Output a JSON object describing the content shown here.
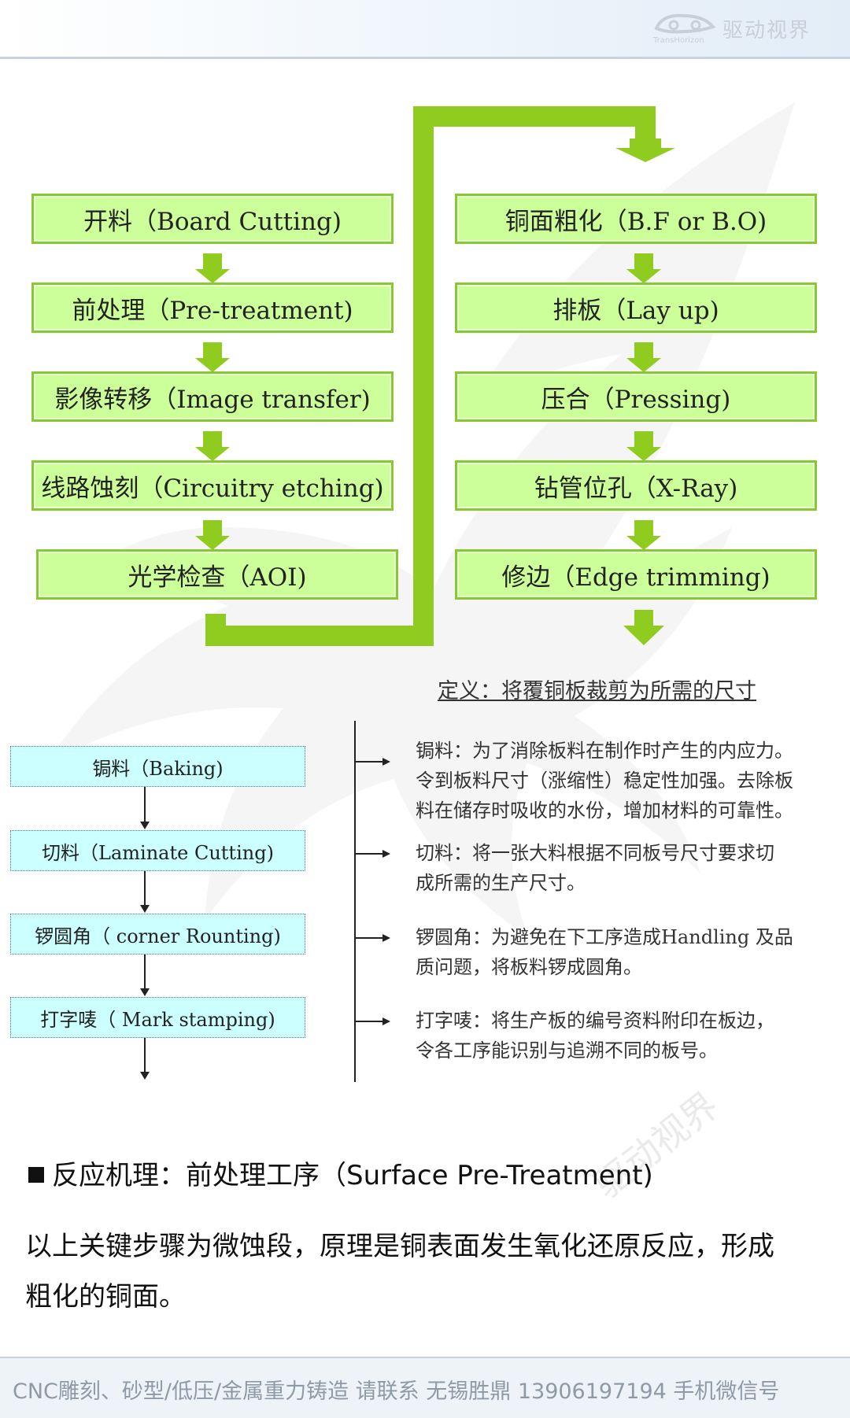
{
  "brand": {
    "name_cn": "驱动视界",
    "name_en": "TransHorizon"
  },
  "watermark": "驱动视界",
  "flow": {
    "left_steps": [
      "开料（Board Cutting)",
      "前处理（Pre-treatment)",
      "影像转移（Image transfer)",
      "线路蚀刻（Circuitry etching)",
      "光学检查（AOI)"
    ],
    "right_steps": [
      "铜面粗化（B.F or B.O)",
      "排板（Lay up)",
      "压合（Pressing)",
      "钻管位孔（X-Ray)",
      "修边（Edge trimming)"
    ],
    "colors": {
      "box_fill": "#ccff99",
      "box_border": "#88c832",
      "connector": "#8fcc1f"
    }
  },
  "definition_title": "定义：将覆铜板裁剪为所需的尺寸",
  "cutting_steps": [
    {
      "label": "锔料（Baking)",
      "desc_lines": [
        "锔料：为了消除板料在制作时产生的内应力。",
        "令到板料尺寸（涨缩性）稳定性加强。去除板",
        "料在储存时吸收的水份，增加材料的可靠性。"
      ]
    },
    {
      "label": "切料（Laminate Cutting)",
      "desc_lines": [
        "切料：将一张大料根据不同板号尺寸要求切",
        "成所需的生产尺寸。"
      ]
    },
    {
      "label": "锣圆角（ corner Rounting)",
      "desc_lines": [
        "锣圆角：为避免在下工序造成Handling 及品",
        "质问题，将板料锣成圆角。"
      ]
    },
    {
      "label": "打字唛（ Mark stamping)",
      "desc_lines": [
        "打字唛：将生产板的编号资料附印在板边，",
        "令各工序能识别与追溯不同的板号。"
      ]
    }
  ],
  "section_heading": "反应机理：前处理工序（Surface Pre-Treatment)",
  "body_lines": [
    "以上关键步骤为微蚀段，原理是铜表面发生氧化还原反应，形成",
    "粗化的铜面。"
  ],
  "footer": "CNC雕刻、砂型/低压/金属重力铸造 请联系 无锡胜鼎 13906197194 手机微信号"
}
